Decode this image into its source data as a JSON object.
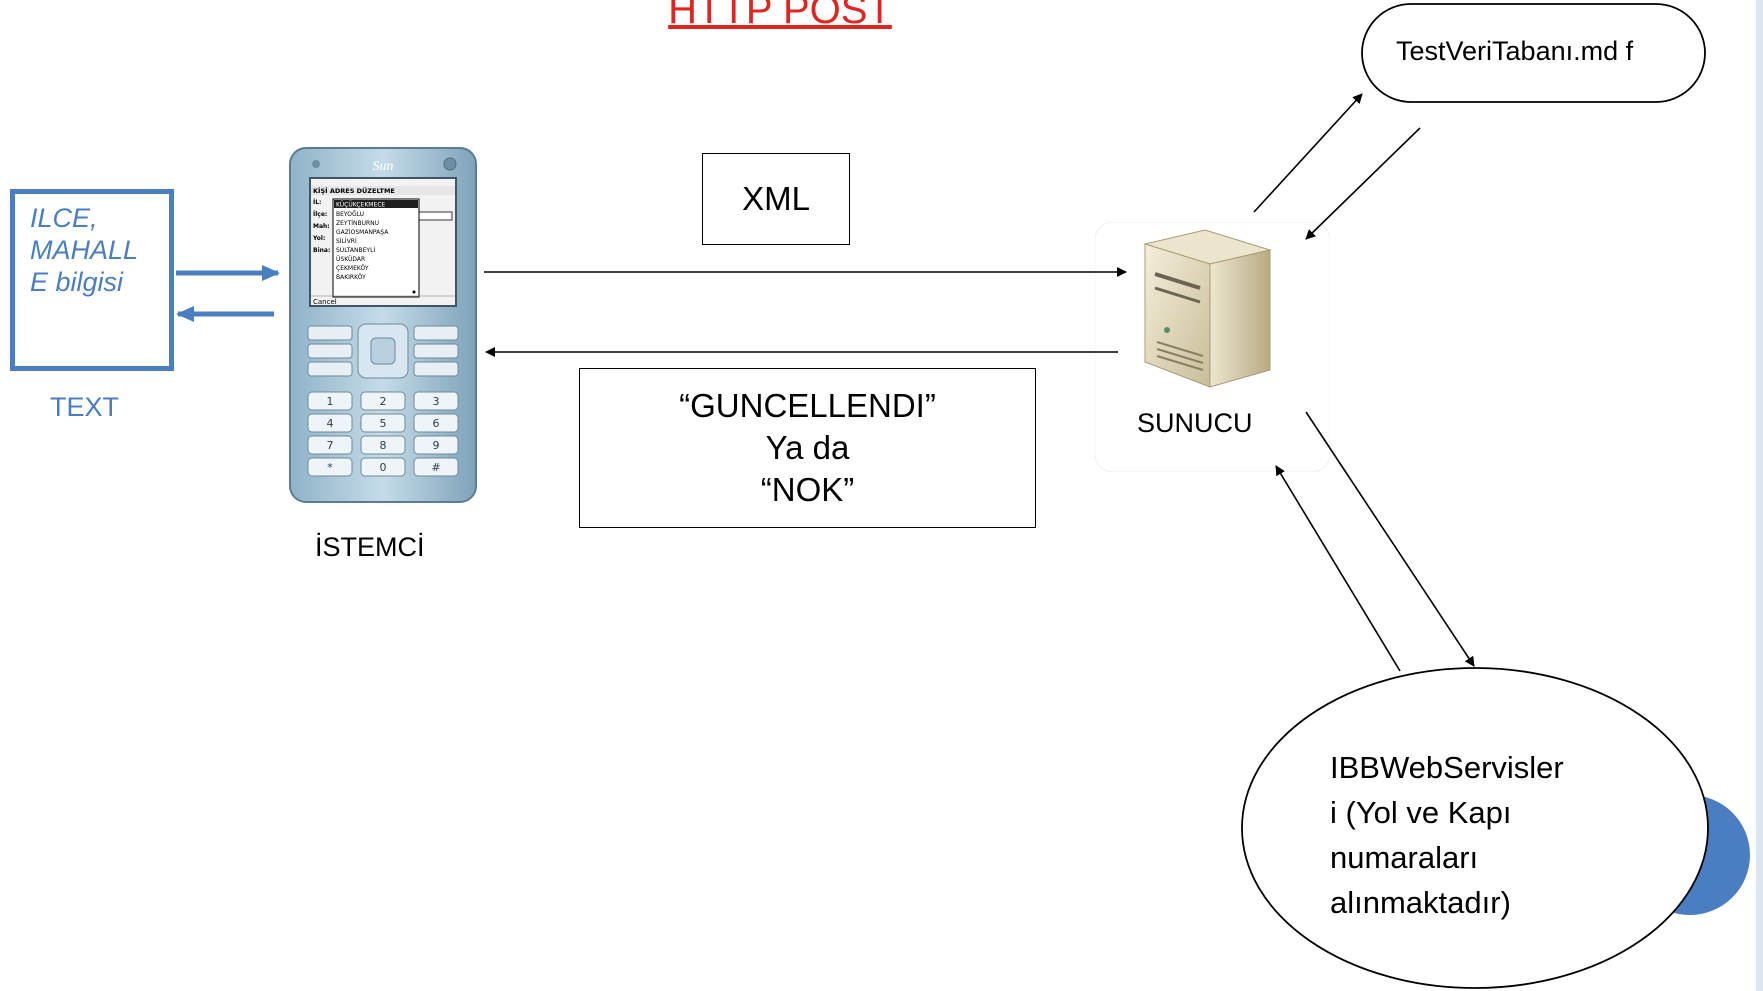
{
  "title": "HTTP POST",
  "text_source": {
    "box_label": "ILCE,\nMAHALL\nE bilgisi",
    "caption": "TEXT"
  },
  "xml_box": {
    "label": "XML"
  },
  "response_box": {
    "lines": [
      "“GUNCELLENDI”",
      "Ya da",
      "“NOK”"
    ]
  },
  "database": {
    "label": "TestVeriTabanı.md f"
  },
  "server": {
    "caption": "SUNUCU"
  },
  "client": {
    "caption": "İSTEMCİ"
  },
  "web_services": {
    "label": "IBBWebServisler i (Yol ve Kapı numaraları alınmaktadır)"
  },
  "phone": {
    "brand": "Sun",
    "screen_title": "KİŞİ ADRES DÜZELTME",
    "fields": [
      "İL:",
      "İlçe:",
      "Mah:",
      "Yol:",
      "Bina:"
    ],
    "list_items": [
      "KÜÇÜKÇEKMECE",
      "BEYOĞLU",
      "ZEYTİNBURNU",
      "GAZİOSMANPAŞA",
      "SİLİVRİ",
      "SULTANBEYLİ",
      "ÜSKÜDAR",
      "ÇEKMEKÖY",
      "BAKIRKÖY"
    ],
    "softkey": "Cancel",
    "keys": [
      "1",
      "2",
      "3",
      "4",
      "5",
      "6",
      "7",
      "8",
      "9",
      "*",
      "0",
      "#"
    ]
  },
  "colors": {
    "accent": "#4a7ec1",
    "title": "#e0241f",
    "arrow": "#000000",
    "slide_circle": "#4a7ec1"
  }
}
